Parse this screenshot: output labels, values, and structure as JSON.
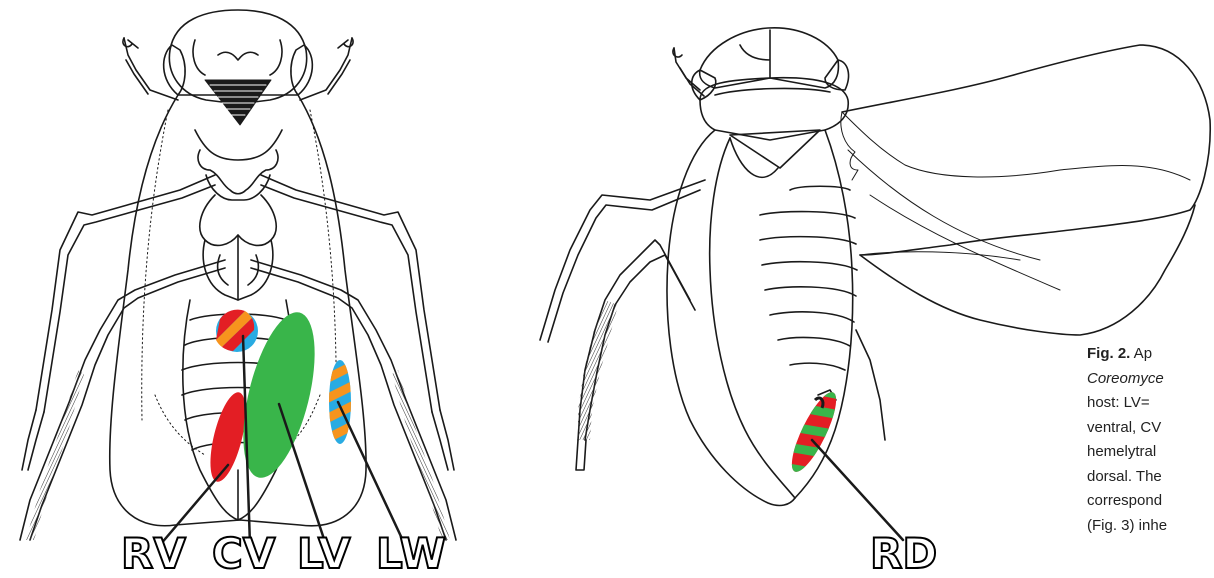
{
  "labels": {
    "rv": "RV",
    "cv": "CV",
    "lv": "LV",
    "lw": "LW",
    "rd": "RD"
  },
  "caption": {
    "fig_label": "Fig. 2.",
    "line1_rest": " Ap",
    "line2_genus": "Coreomyce",
    "line3": "host:  LV=",
    "line4": "ventral,  CV",
    "line5": "hemelytral",
    "line6": "dorsal.  The",
    "line7": "correspond",
    "line8": "(Fig. 3) inhe"
  },
  "colors": {
    "red": "#e31e24",
    "orange": "#f7941d",
    "blue": "#29abe2",
    "green": "#39b54a",
    "outline": "#1a1a1a"
  }
}
